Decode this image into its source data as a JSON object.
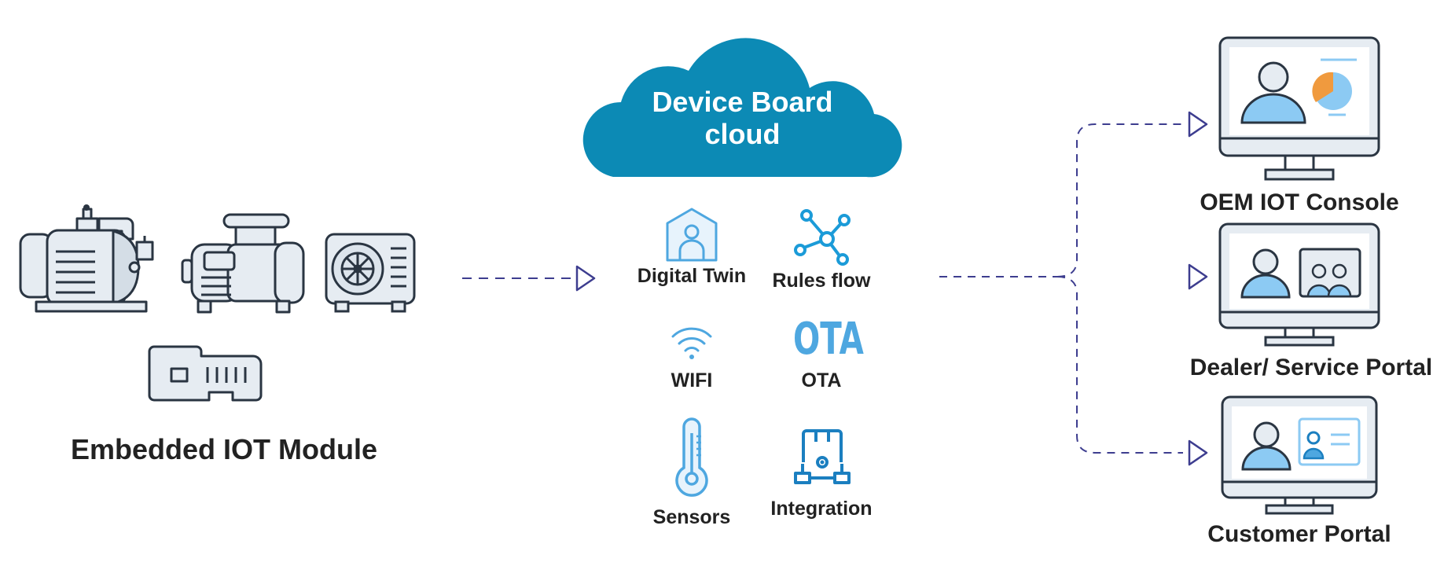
{
  "colors": {
    "cloud": "#0c8ab5",
    "accent_blue": "#4ea7e0",
    "light_blue": "#8ccaf3",
    "outline": "#2a3542",
    "orange": "#f09a3e",
    "dash_line": "#3d3d8f"
  },
  "left": {
    "title": "Embedded IOT Module",
    "icons": [
      "motor-icon",
      "pump-icon",
      "ac-unit-icon",
      "iot-module-icon"
    ]
  },
  "cloud": {
    "title": "Device Board cloud"
  },
  "features": [
    {
      "label": "Digital Twin",
      "icon": "digital-twin-icon"
    },
    {
      "label": "Rules flow",
      "icon": "rules-flow-icon"
    },
    {
      "label": "WIFI",
      "icon": "wifi-icon"
    },
    {
      "label": "OTA",
      "icon": "ota-icon",
      "icon_text": "OTA"
    },
    {
      "label": "Sensors",
      "icon": "thermometer-icon"
    },
    {
      "label": "Integration",
      "icon": "integration-icon"
    }
  ],
  "portals": [
    {
      "label": "OEM IOT Console",
      "icon": "monitor-chart-icon"
    },
    {
      "label": "Dealer/ Service Portal",
      "icon": "monitor-group-icon"
    },
    {
      "label": "Customer Portal",
      "icon": "monitor-id-card-icon"
    }
  ]
}
